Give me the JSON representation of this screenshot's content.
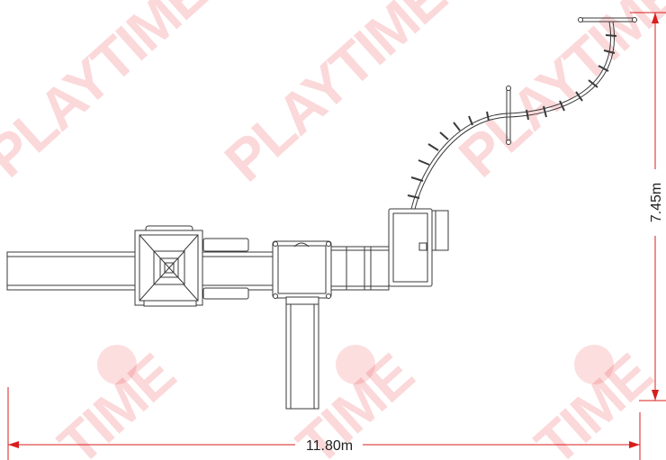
{
  "watermark": {
    "brand_text": "PLAYTIME",
    "color": "#e8131b"
  },
  "dimensions": {
    "width_label": "11.80m",
    "height_label": "7.45m",
    "line_color": "#d81e1e"
  },
  "plan": {
    "stroke_color": "#3a3a3a"
  }
}
